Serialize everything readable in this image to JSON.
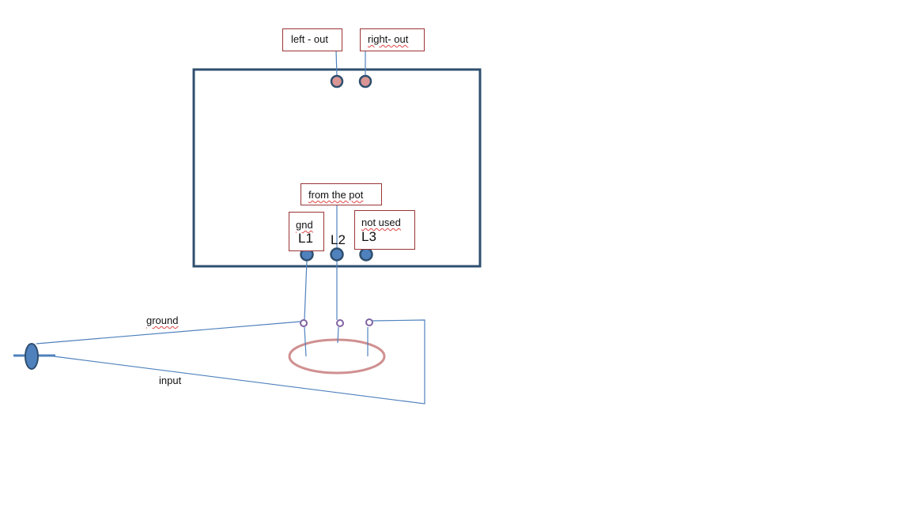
{
  "labels": {
    "left_out": "left - out",
    "right_out": "right- out",
    "from_pot": "from the pot",
    "gnd": "gnd",
    "not_used": "not used",
    "l1": "L1",
    "l2": "L2",
    "l3": "L3",
    "ground": "ground",
    "input": "input"
  },
  "colors": {
    "box_border": "#2f4f6f",
    "wire": "#4f81bd",
    "output_pin_fill": "#d99694",
    "input_pin_fill": "#4f81bd",
    "pot_pin": "#8064a2",
    "pot_ring": "#d09090",
    "label_border": "#9b3434"
  }
}
